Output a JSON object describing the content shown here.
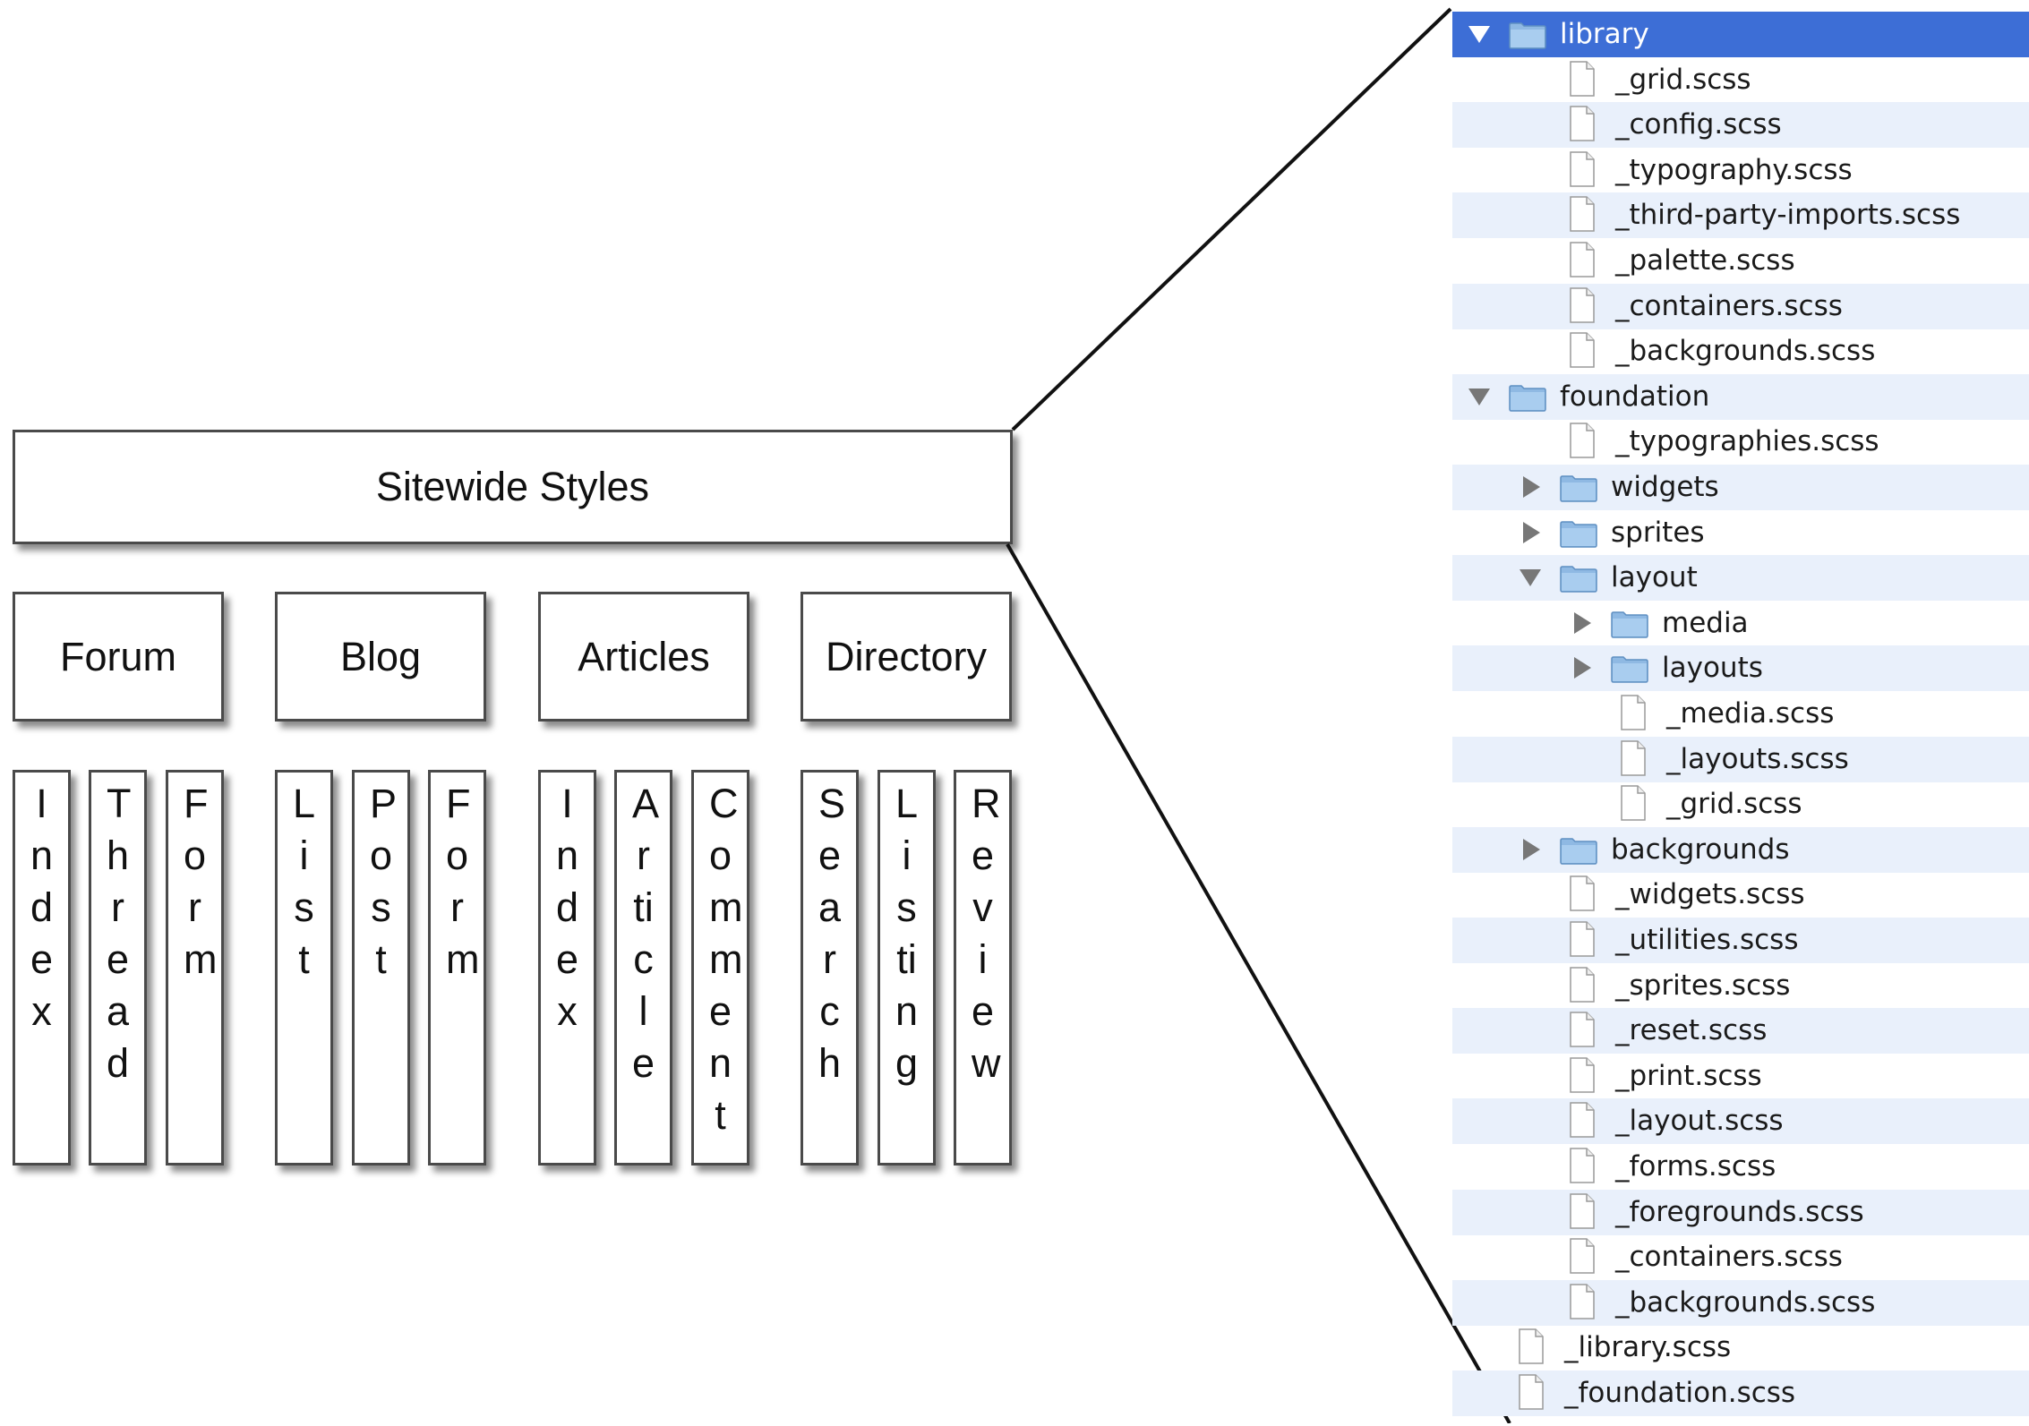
{
  "diagram": {
    "top": "Sitewide Styles",
    "sections": [
      {
        "label": "Forum",
        "pages": [
          "Index",
          "Thread",
          "Form"
        ]
      },
      {
        "label": "Blog",
        "pages": [
          "List",
          "Post",
          "Form"
        ]
      },
      {
        "label": "Articles",
        "pages": [
          "Index",
          "Article",
          "Comment"
        ]
      },
      {
        "label": "Directory",
        "pages": [
          "Search",
          "Listing",
          "Review"
        ]
      }
    ]
  },
  "tree": {
    "rows": [
      {
        "name": "library",
        "type": "folder",
        "level": 0,
        "toggle": "open",
        "selected": true
      },
      {
        "name": "_grid.scss",
        "type": "file",
        "level": 1
      },
      {
        "name": "_config.scss",
        "type": "file",
        "level": 1
      },
      {
        "name": "_typography.scss",
        "type": "file",
        "level": 1
      },
      {
        "name": "_third-party-imports.scss",
        "type": "file",
        "level": 1
      },
      {
        "name": "_palette.scss",
        "type": "file",
        "level": 1
      },
      {
        "name": "_containers.scss",
        "type": "file",
        "level": 1
      },
      {
        "name": "_backgrounds.scss",
        "type": "file",
        "level": 1
      },
      {
        "name": "foundation",
        "type": "folder",
        "level": 0,
        "toggle": "open"
      },
      {
        "name": "_typographies.scss",
        "type": "file",
        "level": 1
      },
      {
        "name": "widgets",
        "type": "folder",
        "level": 1,
        "toggle": "closed"
      },
      {
        "name": "sprites",
        "type": "folder",
        "level": 1,
        "toggle": "closed"
      },
      {
        "name": "layout",
        "type": "folder",
        "level": 1,
        "toggle": "open"
      },
      {
        "name": "media",
        "type": "folder",
        "level": 2,
        "toggle": "closed"
      },
      {
        "name": "layouts",
        "type": "folder",
        "level": 2,
        "toggle": "closed"
      },
      {
        "name": "_media.scss",
        "type": "file",
        "level": 2
      },
      {
        "name": "_layouts.scss",
        "type": "file",
        "level": 2
      },
      {
        "name": "_grid.scss",
        "type": "file",
        "level": 2
      },
      {
        "name": "backgrounds",
        "type": "folder",
        "level": 1,
        "toggle": "closed"
      },
      {
        "name": "_widgets.scss",
        "type": "file",
        "level": 1
      },
      {
        "name": "_utilities.scss",
        "type": "file",
        "level": 1
      },
      {
        "name": "_sprites.scss",
        "type": "file",
        "level": 1
      },
      {
        "name": "_reset.scss",
        "type": "file",
        "level": 1
      },
      {
        "name": "_print.scss",
        "type": "file",
        "level": 1
      },
      {
        "name": "_layout.scss",
        "type": "file",
        "level": 1
      },
      {
        "name": "_forms.scss",
        "type": "file",
        "level": 1
      },
      {
        "name": "_foregrounds.scss",
        "type": "file",
        "level": 1
      },
      {
        "name": "_containers.scss",
        "type": "file",
        "level": 1
      },
      {
        "name": "_backgrounds.scss",
        "type": "file",
        "level": 1
      },
      {
        "name": "_library.scss",
        "type": "file",
        "level": 0
      },
      {
        "name": "_foundation.scss",
        "type": "file",
        "level": 0
      }
    ]
  },
  "colors": {
    "selection": "#3d6ed6",
    "alt_row": "#e9f0fb",
    "folder_icon": "#9cc3e8",
    "border": "#4a4a4a"
  }
}
